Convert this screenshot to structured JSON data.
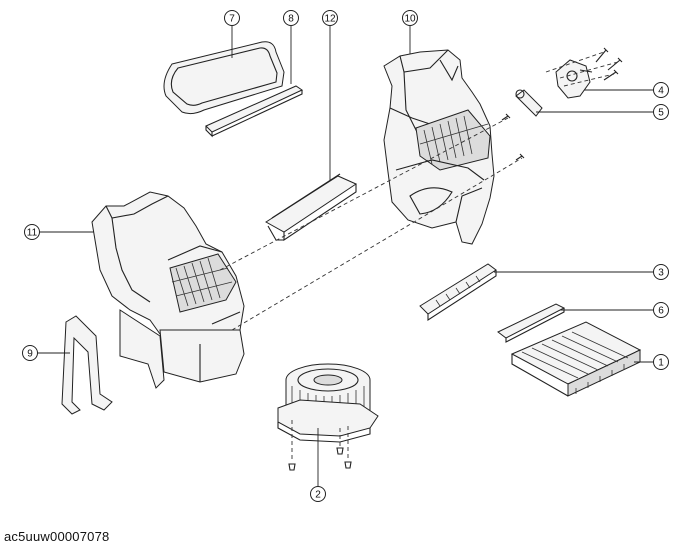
{
  "figure": {
    "doc_id": "ac5uuw00007078",
    "callouts": [
      {
        "id": "1",
        "label": "1"
      },
      {
        "id": "2",
        "label": "2"
      },
      {
        "id": "3",
        "label": "3"
      },
      {
        "id": "4",
        "label": "4"
      },
      {
        "id": "5",
        "label": "5"
      },
      {
        "id": "6",
        "label": "6"
      },
      {
        "id": "7",
        "label": "7"
      },
      {
        "id": "8",
        "label": "8"
      },
      {
        "id": "9",
        "label": "9"
      },
      {
        "id": "10",
        "label": "10"
      },
      {
        "id": "11",
        "label": "11"
      },
      {
        "id": "12",
        "label": "12"
      }
    ]
  }
}
